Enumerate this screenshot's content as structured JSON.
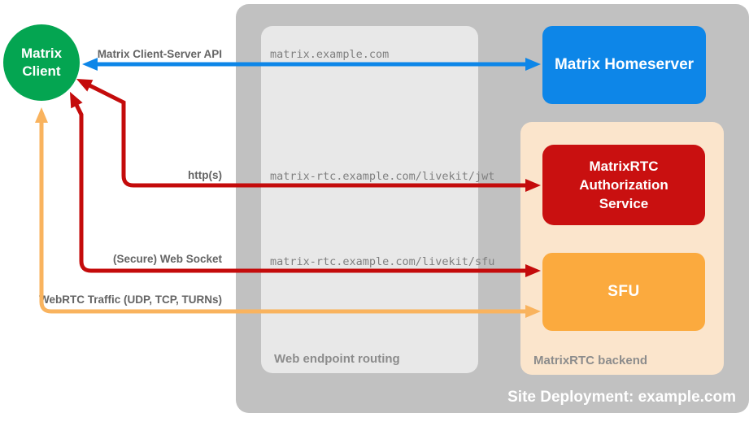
{
  "diagram": {
    "site_label": "Site Deployment: example.com",
    "groups": {
      "site": {
        "color": "#c1c1c1"
      },
      "routing": {
        "label": "Web endpoint routing",
        "color": "#e8e8e8"
      },
      "backend": {
        "label": "MatrixRTC backend",
        "color": "#fbe5cc"
      }
    },
    "nodes": {
      "client": {
        "label": "Matrix Client",
        "color": "#04a551"
      },
      "homeserver": {
        "label": "Matrix Homeserver",
        "color": "#0d86e8"
      },
      "auth": {
        "label": "MatrixRTC Authorization Service",
        "color": "#c91010"
      },
      "sfu": {
        "label": "SFU",
        "color": "#fbaa3e"
      }
    },
    "endpoints": [
      "matrix.example.com",
      "matrix-rtc.example.com/livekit/jwt",
      "matrix-rtc.example.com/livekit/sfu"
    ],
    "arrows": [
      {
        "label": "Matrix Client-Server API",
        "color": "#0d86e8",
        "from": "Matrix Client",
        "to": "Matrix Homeserver",
        "bidirectional": true
      },
      {
        "label": "http(s)",
        "color": "#c40b0b",
        "from": "Matrix Client",
        "to": "MatrixRTC Authorization Service",
        "bidirectional": true
      },
      {
        "label": "(Secure) Web Socket",
        "color": "#c40b0b",
        "from": "Matrix Client",
        "to": "SFU",
        "bidirectional": true
      },
      {
        "label": "WebRTC Traffic (UDP, TCP, TURNs)",
        "color": "#f9b35e",
        "from": "Matrix Client",
        "to": "SFU",
        "bidirectional": true
      }
    ]
  }
}
